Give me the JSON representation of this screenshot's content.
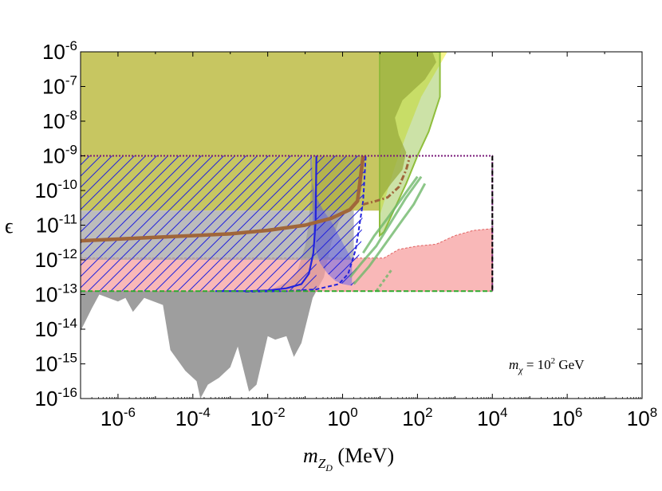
{
  "chart_data": {
    "type": "area",
    "xlabel": {
      "main": "m",
      "sub": "Z",
      "subsub": "D",
      "unit": " (MeV)"
    },
    "ylabel": "ϵ",
    "x_scale": "log10",
    "y_scale": "log10",
    "xlim": [
      -7,
      8
    ],
    "ylim": [
      -16,
      -6
    ],
    "x_ticks": [
      {
        "base": "10",
        "exp": "-6"
      },
      {
        "base": "10",
        "exp": "-4"
      },
      {
        "base": "10",
        "exp": "-2"
      },
      {
        "base": "10",
        "exp": "0"
      },
      {
        "base": "10",
        "exp": "2"
      },
      {
        "base": "10",
        "exp": "4"
      },
      {
        "base": "10",
        "exp": "6"
      },
      {
        "base": "10",
        "exp": "8"
      }
    ],
    "y_ticks": [
      {
        "base": "10",
        "exp": "-6"
      },
      {
        "base": "10",
        "exp": "-7"
      },
      {
        "base": "10",
        "exp": "-8"
      },
      {
        "base": "10",
        "exp": "-9"
      },
      {
        "base": "10",
        "exp": "-10"
      },
      {
        "base": "10",
        "exp": "-11"
      },
      {
        "base": "10",
        "exp": "-12"
      },
      {
        "base": "10",
        "exp": "-13"
      },
      {
        "base": "10",
        "exp": "-14"
      },
      {
        "base": "10",
        "exp": "-15"
      },
      {
        "base": "10",
        "exp": "-16"
      }
    ],
    "annotation": {
      "lhs": "m",
      "sub": "χ",
      "eq": " = 10",
      "sup": "2",
      "unit": " GeV"
    },
    "grid": false,
    "legend": "none",
    "colors": {
      "olive": "#b9b83a",
      "yellow": "#f4f25a",
      "green_band": "#8fbe3c",
      "gray": "#9e9e9e",
      "red": "#f7a0a0",
      "blue": "#2222dd",
      "brown": "#a0663a",
      "purple": "#7a1a7a",
      "green_dash": "#2faa2f"
    },
    "regions": [
      {
        "key": "olive_box",
        "points": [
          [
            -7,
            -6
          ],
          [
            0.99,
            -6
          ],
          [
            0.99,
            -10.58
          ],
          [
            -7,
            -10.58
          ]
        ]
      },
      {
        "key": "yellow_wedge",
        "points": [
          [
            0.99,
            -6
          ],
          [
            2.8,
            -6
          ],
          [
            2.1,
            -7.3
          ],
          [
            1.7,
            -8.4
          ],
          [
            1.4,
            -9.3
          ],
          [
            1.2,
            -10
          ],
          [
            1.0,
            -10.7
          ],
          [
            0.99,
            -10.7
          ]
        ]
      },
      {
        "key": "green_band",
        "points": [
          [
            0.99,
            -6
          ],
          [
            2.6,
            -6
          ],
          [
            2.6,
            -7.3
          ],
          [
            2.3,
            -8.3
          ],
          [
            2.0,
            -9.0
          ],
          [
            1.7,
            -9.8
          ],
          [
            1.4,
            -10.5
          ],
          [
            1.1,
            -11.2
          ],
          [
            0.99,
            -11.3
          ]
        ]
      },
      {
        "key": "dark_green_blob",
        "points": [
          [
            0.99,
            -6
          ],
          [
            2.4,
            -6
          ],
          [
            2.5,
            -6.3
          ],
          [
            2.2,
            -6.8
          ],
          [
            1.9,
            -7.1
          ],
          [
            1.6,
            -7.4
          ],
          [
            1.4,
            -7.9
          ],
          [
            1.5,
            -8.4
          ],
          [
            1.7,
            -8.9
          ],
          [
            1.6,
            -9.4
          ],
          [
            1.3,
            -9.8
          ],
          [
            1.1,
            -10.1
          ],
          [
            0.99,
            -10.3
          ]
        ]
      },
      {
        "key": "gray_region",
        "points": [
          [
            -7,
            -14.05
          ],
          [
            -6.7,
            -13.4
          ],
          [
            -6.5,
            -13.0
          ],
          [
            -6.0,
            -13.2
          ],
          [
            -5.8,
            -13.1
          ],
          [
            -5.6,
            -13.5
          ],
          [
            -5.3,
            -13.1
          ],
          [
            -4.8,
            -13.3
          ],
          [
            -4.6,
            -14.6
          ],
          [
            -4.2,
            -15.2
          ],
          [
            -3.9,
            -15.5
          ],
          [
            -3.8,
            -16.0
          ],
          [
            -3.6,
            -15.6
          ],
          [
            -3.3,
            -15.4
          ],
          [
            -3.0,
            -15.1
          ],
          [
            -2.8,
            -14.5
          ],
          [
            -2.5,
            -15.8
          ],
          [
            -2.3,
            -15.6
          ],
          [
            -2.0,
            -14.2
          ],
          [
            -1.8,
            -14.3
          ],
          [
            -1.5,
            -14.2
          ],
          [
            -1.3,
            -14.8
          ],
          [
            -1.1,
            -14.4
          ],
          [
            -0.8,
            -13.1
          ],
          [
            -0.5,
            -12.5
          ],
          [
            -0.3,
            -11.5
          ],
          [
            -0.1,
            -10.9
          ],
          [
            0.1,
            -10.6
          ],
          [
            0.3,
            -10.4
          ],
          [
            0.5,
            -10.0
          ],
          [
            0.6,
            -9.0
          ],
          [
            0.6,
            -9.0
          ],
          [
            -0.8,
            -9.0
          ],
          [
            -0.9,
            -10.9
          ],
          [
            -1.0,
            -11.6
          ],
          [
            -1.2,
            -12.3
          ],
          [
            -1.4,
            -12.6
          ],
          [
            -1.6,
            -12.7
          ],
          [
            -1.8,
            -12.8
          ],
          [
            -2.0,
            -12.9
          ],
          [
            -3.0,
            -12.9
          ],
          [
            -7,
            -12.9
          ]
        ]
      },
      {
        "key": "gray_band",
        "points": [
          [
            -7,
            -10.58
          ],
          [
            0.3,
            -10.58
          ],
          [
            0.3,
            -12.0
          ],
          [
            -7,
            -12.0
          ]
        ]
      },
      {
        "key": "red_box",
        "points": [
          [
            -7,
            -11.95
          ],
          [
            0.2,
            -11.95
          ],
          [
            1.1,
            -11.95
          ],
          [
            1.5,
            -11.7
          ],
          [
            2.0,
            -11.6
          ],
          [
            2.5,
            -11.55
          ],
          [
            3.0,
            -11.3
          ],
          [
            3.5,
            -11.15
          ],
          [
            4.0,
            -11.1
          ],
          [
            4.0,
            -12.9
          ],
          [
            -7,
            -12.9
          ]
        ]
      },
      {
        "key": "blue_fill",
        "points": [
          [
            -0.87,
            -9.0
          ],
          [
            -0.82,
            -9.0
          ],
          [
            -0.8,
            -10.8
          ],
          [
            -0.75,
            -11.6
          ],
          [
            -0.6,
            -12.1
          ],
          [
            -0.4,
            -12.4
          ],
          [
            -0.2,
            -12.6
          ],
          [
            0,
            -12.7
          ],
          [
            0.25,
            -12.75
          ],
          [
            0.25,
            -12.0
          ],
          [
            0.1,
            -11.7
          ],
          [
            -0.1,
            -11.3
          ],
          [
            -0.3,
            -10.9
          ],
          [
            -0.5,
            -10.6
          ],
          [
            -0.7,
            -10.2
          ],
          [
            -0.85,
            -9.6
          ]
        ]
      }
    ],
    "curves": [
      {
        "key": "brown_solid",
        "points": [
          [
            -7,
            -11.45
          ],
          [
            -5,
            -11.35
          ],
          [
            -3,
            -11.25
          ],
          [
            -2,
            -11.15
          ],
          [
            -1,
            -11.0
          ],
          [
            -0.3,
            -10.8
          ],
          [
            0.2,
            -10.55
          ],
          [
            0.4,
            -10.3
          ],
          [
            0.55,
            -9.0
          ]
        ]
      },
      {
        "key": "brown_dash",
        "points": [
          [
            0.55,
            -10.4
          ],
          [
            0.9,
            -10.3
          ],
          [
            1.2,
            -10.2
          ],
          [
            1.5,
            -9.9
          ],
          [
            1.7,
            -9.4
          ],
          [
            1.8,
            -9.0
          ]
        ]
      },
      {
        "key": "blue_solid",
        "points": [
          [
            -3.4,
            -12.9
          ],
          [
            -2.5,
            -12.9
          ],
          [
            -2.0,
            -12.88
          ],
          [
            -1.5,
            -12.82
          ],
          [
            -1.1,
            -12.7
          ],
          [
            -0.9,
            -12.4
          ],
          [
            -0.78,
            -11.8
          ],
          [
            -0.72,
            -10.9
          ],
          [
            -0.7,
            -9.0
          ]
        ]
      },
      {
        "key": "blue_dash",
        "points": [
          [
            -2.6,
            -12.92
          ],
          [
            -1.5,
            -12.9
          ],
          [
            -0.7,
            -12.85
          ],
          [
            -0.1,
            -12.7
          ],
          [
            0.15,
            -12.4
          ],
          [
            0.35,
            -11.7
          ],
          [
            0.45,
            -11.0
          ],
          [
            0.55,
            -10.3
          ],
          [
            0.62,
            -9.0
          ]
        ]
      },
      {
        "key": "green_lines_1",
        "points": [
          [
            0.2,
            -12.5
          ],
          [
            0.5,
            -12.1
          ],
          [
            0.9,
            -11.6
          ],
          [
            1.3,
            -10.9
          ],
          [
            1.7,
            -10.2
          ],
          [
            2.1,
            -9.6
          ]
        ]
      },
      {
        "key": "green_lines_2",
        "points": [
          [
            0.3,
            -12.7
          ],
          [
            0.7,
            -12.2
          ],
          [
            1.1,
            -11.6
          ],
          [
            1.5,
            -11.0
          ],
          [
            1.9,
            -10.4
          ],
          [
            2.2,
            -9.8
          ]
        ]
      },
      {
        "key": "green_lines_3",
        "points": [
          [
            0.55,
            -11.8
          ],
          [
            0.85,
            -11.3
          ],
          [
            1.2,
            -10.8
          ],
          [
            1.6,
            -10.2
          ],
          [
            2.0,
            -9.6
          ]
        ]
      },
      {
        "key": "green_lines_4",
        "points": [
          [
            0.9,
            -12.9
          ],
          [
            1.0,
            -12.75
          ],
          [
            1.3,
            -12.3
          ]
        ]
      },
      {
        "key": "purple_box",
        "points": [
          [
            -7,
            -9.0
          ],
          [
            4.0,
            -9.0
          ],
          [
            4.0,
            -12.9
          ]
        ]
      },
      {
        "key": "black_dash",
        "points": [
          [
            4.0,
            -9.0
          ],
          [
            4.0,
            -12.9
          ]
        ]
      },
      {
        "key": "green_dash_line",
        "points": [
          [
            -7,
            -12.9
          ],
          [
            4.0,
            -12.9
          ]
        ]
      }
    ],
    "hatch_region": {
      "points": [
        [
          -7,
          -9.0
        ],
        [
          -0.82,
          -9.0
        ],
        [
          -0.8,
          -10.8
        ],
        [
          -0.75,
          -11.6
        ],
        [
          -0.6,
          -12.1
        ],
        [
          -0.4,
          -12.4
        ],
        [
          0,
          -12.7
        ],
        [
          0.3,
          -12.75
        ],
        [
          0.5,
          -11.5
        ],
        [
          0.55,
          -10.4
        ],
        [
          0.62,
          -9.0
        ],
        [
          0.62,
          -9.0
        ],
        [
          -0.7,
          -9.0
        ],
        [
          -0.7,
          -12.9
        ],
        [
          -7,
          -12.9
        ]
      ]
    }
  }
}
